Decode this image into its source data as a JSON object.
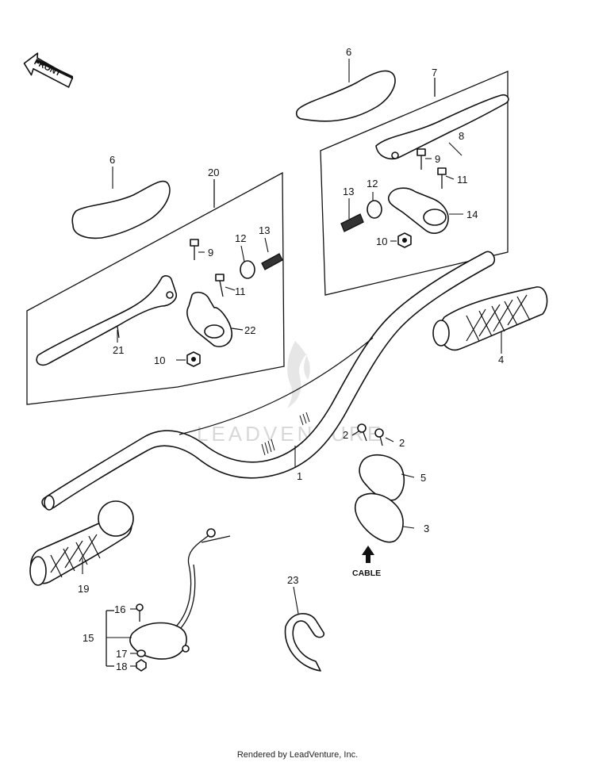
{
  "diagram": {
    "front_arrow_label": "FRONT",
    "cable_label": "CABLE",
    "watermark": "LEADVENTURE",
    "callouts": {
      "c1": "1",
      "c2a": "2",
      "c2b": "2",
      "c3": "3",
      "c4": "4",
      "c5": "5",
      "c6a": "6",
      "c6b": "6",
      "c7": "7",
      "c8": "8",
      "c9a": "9",
      "c9b": "9",
      "c10a": "10",
      "c10b": "10",
      "c11a": "11",
      "c11b": "11",
      "c12a": "12",
      "c12b": "12",
      "c13a": "13",
      "c13b": "13",
      "c14": "14",
      "c15": "15",
      "c16": "16",
      "c17": "17",
      "c18": "18",
      "c19": "19",
      "c20": "20",
      "c21": "21",
      "c22": "22",
      "c23": "23"
    }
  },
  "footer": {
    "text": "Rendered by LeadVenture, Inc."
  }
}
